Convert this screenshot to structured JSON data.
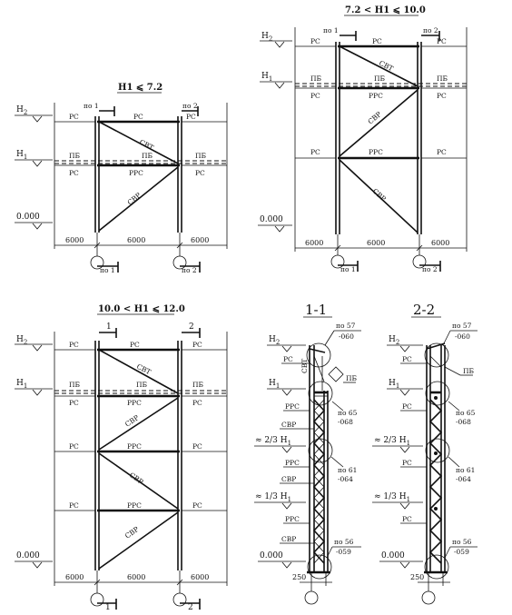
{
  "labels": {
    "rs": "РС",
    "pb": "ПБ",
    "rrs": "РРС",
    "svt": "СВТ",
    "svr": "СВР",
    "h1": "H1",
    "h2": "H2",
    "zero": "0.000",
    "bay": "6000",
    "po1": "по 1",
    "po2": "по 2",
    "one": "1",
    "two": "2",
    "h1_sub": "1",
    "h2_sub": "2",
    "h2base": "H",
    "h1base": "H",
    "h23": "≈ 2/3 H",
    "h13": "≈ 1/3 H",
    "w250": "250"
  },
  "panels": {
    "p1": {
      "title": "H1 ⩽ 7.2"
    },
    "p2": {
      "title": "7.2 < H1 ⩽ 10.0"
    },
    "p3": {
      "title": "10.0 < H1 ⩽ 12.0"
    }
  },
  "sections": {
    "s1": {
      "title": "1-1",
      "refs": {
        "a": "по 57",
        "a2": "-060",
        "b": "по 65",
        "b2": "-068",
        "c": "по 61",
        "c2": "-064",
        "d": "по 56",
        "d2": "-059"
      }
    },
    "s2": {
      "title": "2-2",
      "refs": {
        "a": "по 57",
        "a2": "-060",
        "b": "по 65",
        "b2": "-068",
        "c": "по 61",
        "c2": "-064",
        "d": "по 56",
        "d2": "-059"
      }
    }
  }
}
